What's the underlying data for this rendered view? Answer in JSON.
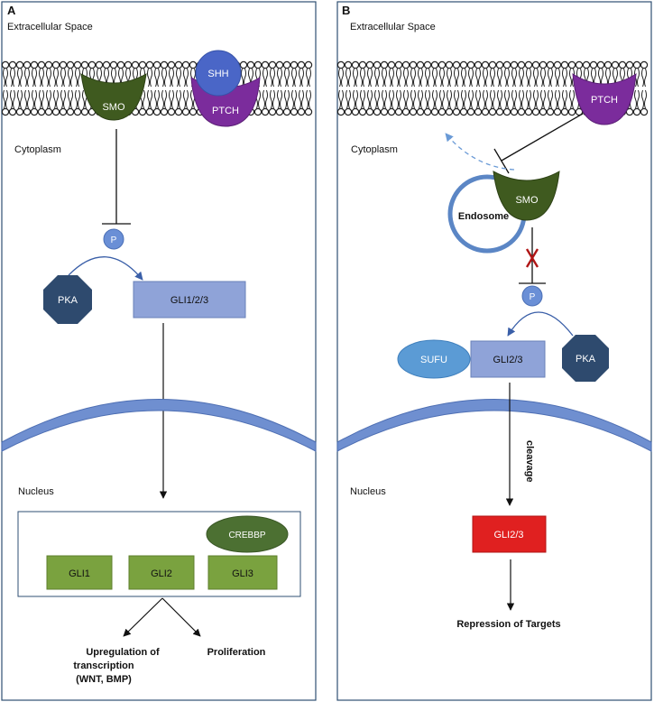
{
  "panel_a": {
    "letter": "A",
    "extracellular": "Extracellular Space",
    "cytoplasm": "Cytoplasm",
    "nucleus": "Nucleus",
    "smo": "SMO",
    "shh": "SHH",
    "ptch": "PTCH",
    "p": "P",
    "pka": "PKA",
    "gli123": "GLI1/2/3",
    "crebbp": "CREBBP",
    "gli1": "GLI1",
    "gli2": "GLI2",
    "gli3": "GLI3",
    "upregulation_line1": "Upregulation of",
    "upregulation_line2": "transcription",
    "upregulation_line3": "(WNT, BMP)",
    "proliferation": "Proliferation"
  },
  "panel_b": {
    "letter": "B",
    "extracellular": "Extracellular Space",
    "cytoplasm": "Cytoplasm",
    "nucleus": "Nucleus",
    "ptch": "PTCH",
    "smo": "SMO",
    "endosome": "Endosome",
    "p": "P",
    "sufu": "SUFU",
    "gli23": "GLI2/3",
    "pka": "PKA",
    "cleavage": "cleavage",
    "gli23_cleaved": "GLI2/3",
    "repression": "Repression of Targets"
  },
  "colors": {
    "panel_border": "#2f4f73",
    "smo": "#3f5a1f",
    "ptch": "#7b2c9c",
    "shh": "#4a66c7",
    "phospho": "#6a8fd6",
    "pka": "#2e4a6e",
    "gli_box": "#8fa3d8",
    "nuclear_membrane": "#6f8fd0",
    "gli_green": "#7aa23f",
    "crebbp": "#4c7032",
    "sufu": "#5b9bd5",
    "gli_red": "#e02020",
    "endosome": "#5b86c5"
  }
}
